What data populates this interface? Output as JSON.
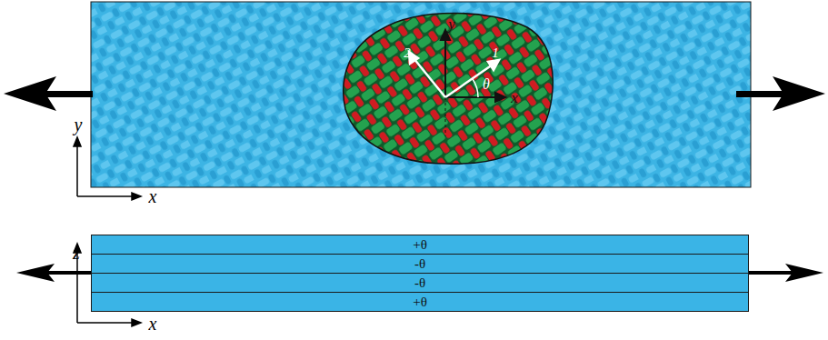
{
  "diagram": {
    "nodes": [
      {
        "text": [
          "+θ"
        ]
      },
      {
        "text": [
          "-θ"
        ]
      },
      {
        "text": [
          "-θ"
        ]
      },
      {
        "text": [
          "+θ"
        ]
      }
    ],
    "labels": [
      "y",
      "2",
      "1",
      "θ",
      "x",
      "y",
      "x",
      "z",
      "x"
    ]
  }
}
